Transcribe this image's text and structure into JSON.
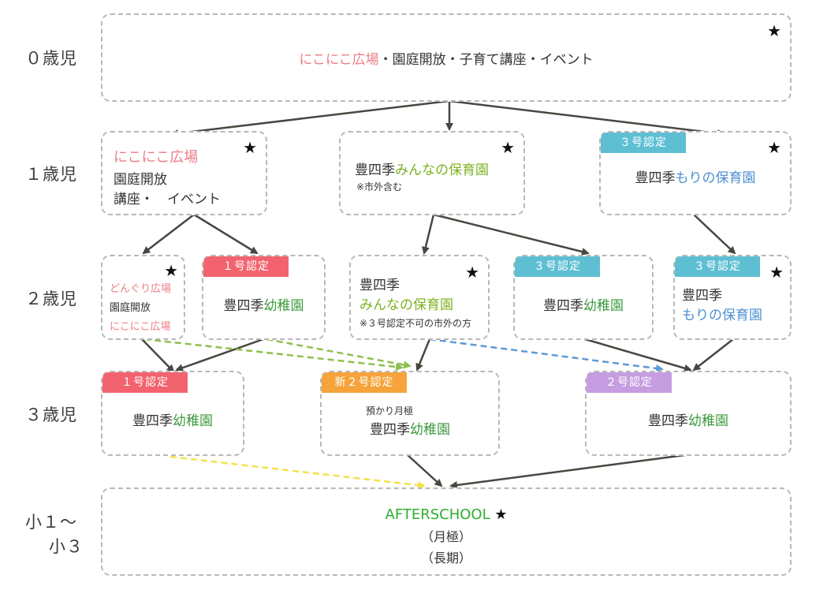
{
  "ages": {
    "age0": "０歳児",
    "age1": "１歳児",
    "age2": "２歳児",
    "age3": "３歳児",
    "elem_line1": "小１～",
    "elem_line2": "小３"
  },
  "star": "★",
  "row0": {
    "hiroba": "にこにこ広場",
    "rest": "・園庭開放・子育て講座・イベント"
  },
  "row1": {
    "left": {
      "line1": "にこにこ広場",
      "line2": "園庭開放",
      "line3": "講座・　イベント"
    },
    "mid": {
      "prefix": "豊四季",
      "highlight": "みんなの保育園",
      "note": "※市外含む"
    },
    "right": {
      "badge": "３号認定",
      "prefix": "豊四季",
      "highlight": "もりの保育園"
    }
  },
  "row2": {
    "b1": {
      "line1": "どんぐり広場",
      "line2": "園庭開放",
      "line3": "にこにこ広場"
    },
    "b2": {
      "badge": "１号認定",
      "prefix": "豊四季",
      "highlight": "幼稚園"
    },
    "b3": {
      "line1": "豊四季",
      "line2": "みんなの保育園",
      "note": "※３号認定不可の市外の方"
    },
    "b4": {
      "badge": "３号認定",
      "prefix": "豊四季",
      "highlight": "幼稚園"
    },
    "b5": {
      "badge": "３号認定",
      "line1": "豊四季",
      "line2": "もりの保育園"
    }
  },
  "row3": {
    "b1": {
      "badge": "１号認定",
      "prefix": "豊四季",
      "highlight": "幼稚園"
    },
    "b2": {
      "badge": "新２号認定",
      "note": "預かり月極",
      "prefix": "豊四季",
      "highlight": "幼稚園"
    },
    "b3": {
      "badge": "２号認定",
      "prefix": "豊四季",
      "highlight": "幼稚園"
    }
  },
  "row4": {
    "title": "AFTERSCHOOL",
    "line2": "（月極）",
    "line3": "（長期）"
  },
  "colors": {
    "pink": "#ec7c86",
    "badge_red": "#f2636f",
    "badge_cyan": "#5ebfd3",
    "badge_orange": "#f5a33a",
    "badge_purple": "#c59de0",
    "arrow": "#4a4640",
    "dash_green": "#8ec04e",
    "dash_blue": "#5d9ad6",
    "dash_yellow": "#f3e24a"
  }
}
